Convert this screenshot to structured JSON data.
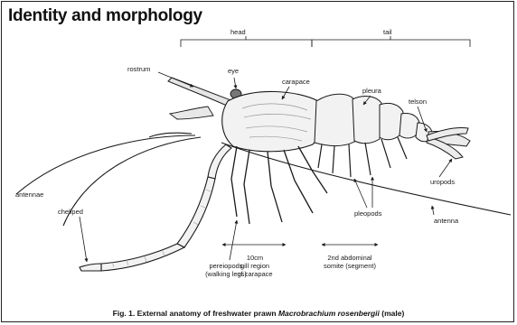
{
  "title": "Identity and morphology",
  "regions": {
    "head": "head",
    "tail": "tail"
  },
  "labels": {
    "eye": "eye",
    "rostrum": "rostrum",
    "carapace": "carapace",
    "pleura": "pleura",
    "telson": "telson",
    "antennae": "antennae",
    "uropods": "uropods",
    "pleopods": "pleopods",
    "antenna": "antenna",
    "cheliped": "cheliped",
    "pereiopods": "pereiopods",
    "walking_legs": "(walking legs)",
    "gill_line1": "10cm",
    "gill_line2": "gill region",
    "gill_line3": "of carapace",
    "somite_line1": "2nd abdominal",
    "somite_line2": "somite (segment)"
  },
  "caption": {
    "prefix": "Fig. 1. External anatomy of freshwater prawn ",
    "species": "Macrobrachium rosenbergii",
    "suffix": " (male)"
  },
  "colors": {
    "ink": "#1a1a1a",
    "body_fill": "#f2f2f2",
    "shade": "#9a9a9a"
  }
}
